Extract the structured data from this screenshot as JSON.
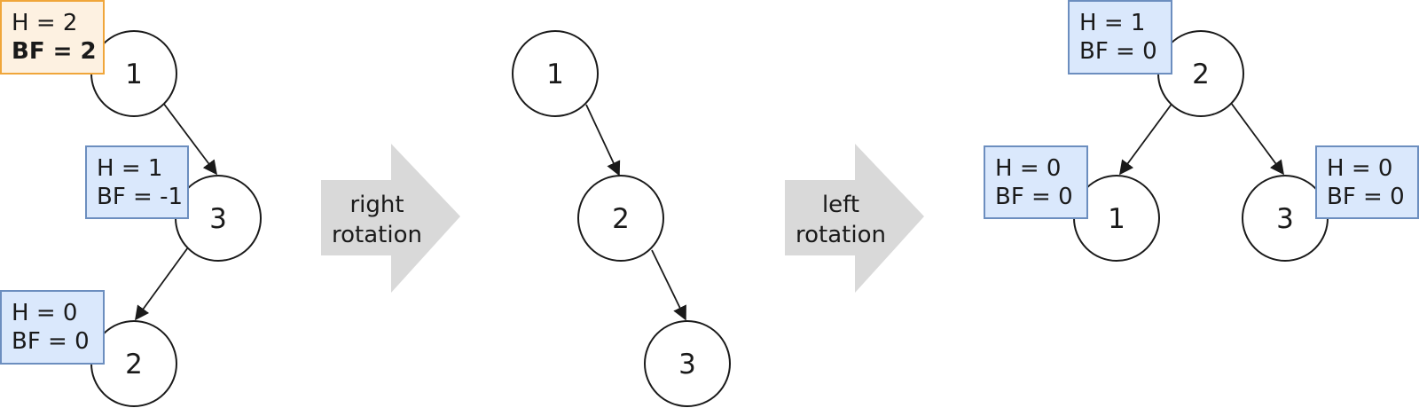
{
  "colors": {
    "info_box": "#dae8fc",
    "info_border": "#6c8ebf",
    "warn_box": "#fdf1e1",
    "warn_border": "#f0a63a",
    "arrow_fill": "#d9d9d9"
  },
  "stages": [
    {
      "nodes": [
        "1",
        "3",
        "2"
      ],
      "boxes": [
        {
          "h": "H = 2",
          "bf": "BF = 2"
        },
        {
          "h": "H = 1",
          "bf": "BF = -1"
        },
        {
          "h": "H = 0",
          "bf": "BF = 0"
        }
      ]
    },
    {
      "nodes": [
        "1",
        "2",
        "3"
      ]
    },
    {
      "nodes": [
        "2",
        "1",
        "3"
      ],
      "boxes": [
        {
          "h": "H = 1",
          "bf": "BF = 0"
        },
        {
          "h": "H = 0",
          "bf": "BF = 0"
        },
        {
          "h": "H = 0",
          "bf": "BF = 0"
        }
      ]
    }
  ],
  "arrows": [
    {
      "line1": "right",
      "line2": "rotation"
    },
    {
      "line1": "left",
      "line2": "rotation"
    }
  ]
}
